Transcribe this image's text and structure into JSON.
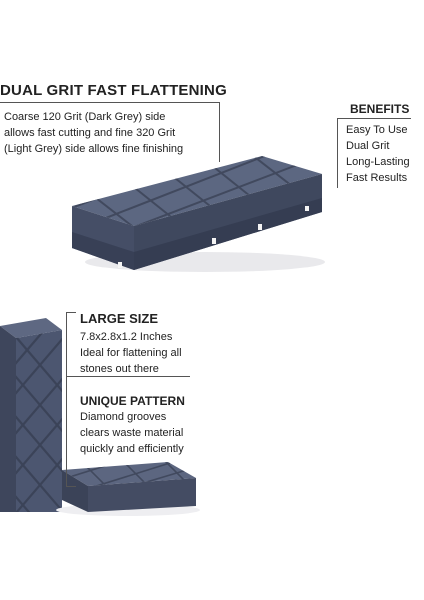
{
  "headline": {
    "title": "DUAL GRIT FAST FLATTENING",
    "lines": [
      "Coarse 120 Grit (Dark Grey) side",
      "allows fast cutting and fine 320 Grit",
      "(Light Grey) side allows fine finishing"
    ]
  },
  "benefits": {
    "title": "BENEFITS",
    "items": [
      "Easy To Use",
      "Dual Grit",
      "Long-Lasting",
      "Fast Results"
    ]
  },
  "size": {
    "title": "LARGE SIZE",
    "lines": [
      "7.8x2.8x1.2 Inches",
      "Ideal for flattening all",
      "stones out there"
    ]
  },
  "pattern": {
    "title": "UNIQUE PATTERN",
    "lines": [
      "Diamond grooves",
      "clears waste material",
      "quickly and efficiently"
    ]
  },
  "colors": {
    "stone_top": "#5b6680",
    "stone_side": "#48516a",
    "stone_front": "#3f475d",
    "groove": "#3a4256",
    "rule": "#555555"
  }
}
